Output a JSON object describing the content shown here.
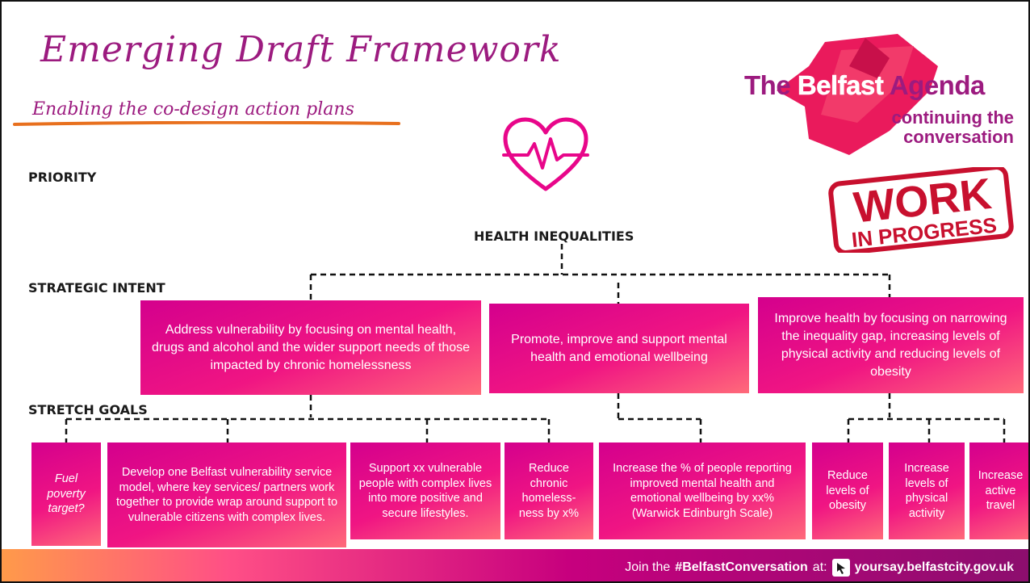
{
  "header": {
    "title": "Emerging Draft Framework",
    "subtitle": "Enabling the co-design action plans"
  },
  "logo": {
    "the": "The ",
    "belfast": "Belfast",
    "agenda": " Agenda",
    "tagline_1": "continuing the",
    "tagline_2": "conversation"
  },
  "stamp": {
    "line1": "WORK",
    "line2": "IN PROGRESS"
  },
  "labels": {
    "priority": "PRIORITY",
    "strategic_intent": "STRATEGIC INTENT",
    "stretch_goals": "STRETCH GOALS"
  },
  "priority": {
    "name": "HEALTH INEQUALITIES"
  },
  "intents": [
    "Address vulnerability by focusing on mental health, drugs and alcohol and the wider support needs of those impacted by chronic homelessness",
    "Promote, improve and support mental health and emotional wellbeing",
    "Improve health by focusing on narrowing the inequality gap, increasing levels of physical activity and reducing levels of obesity"
  ],
  "goals": [
    "Fuel poverty target?",
    "Develop one Belfast vulnerability  service model, where key services/ partners work together to provide wrap around support to vulnerable citizens with complex lives.",
    "Support xx vulnerable people with complex lives into more positive and secure lifestyles.",
    "Reduce chronic homeless-ness by x%",
    "Increase the % of people reporting improved mental health and emotional wellbeing by xx% (Warwick Edinburgh Scale)",
    "Reduce levels of obesity",
    "Increase levels of physical activity",
    "Increase active travel"
  ],
  "footer": {
    "join_prefix": "Join the ",
    "hashtag": "#BelfastConversation",
    "join_suffix": " at:",
    "url": "yoursay.belfastcity.gov.uk"
  },
  "colors": {
    "accent": "#9c1b7f",
    "box_pink": "#e8068a",
    "underline_orange": "#e8701e"
  }
}
